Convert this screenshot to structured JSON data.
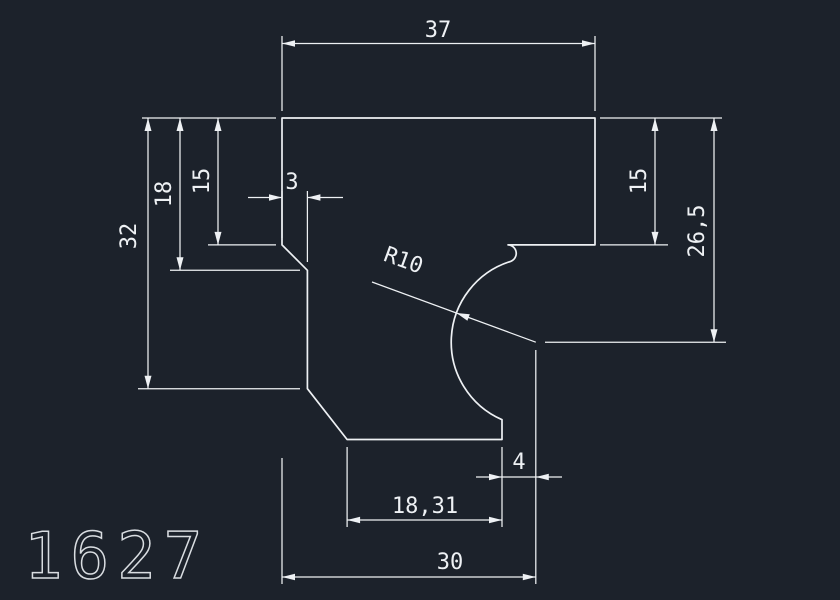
{
  "app": {
    "background_color": "#1c222b",
    "line_color": "#eef1f4",
    "text_color": "#eef1f4"
  },
  "drawing": {
    "part_number": "1627",
    "dimensions": {
      "top_width": "37",
      "left_height_total": "32",
      "left_height_18": "18",
      "left_height_15": "15",
      "chamfer_3": "3",
      "radius": "R10",
      "right_height_15": "15",
      "right_depth": "26,5",
      "bottom_offset_4": "4",
      "bottom_edge": "18,31",
      "bottom_width": "30"
    }
  }
}
